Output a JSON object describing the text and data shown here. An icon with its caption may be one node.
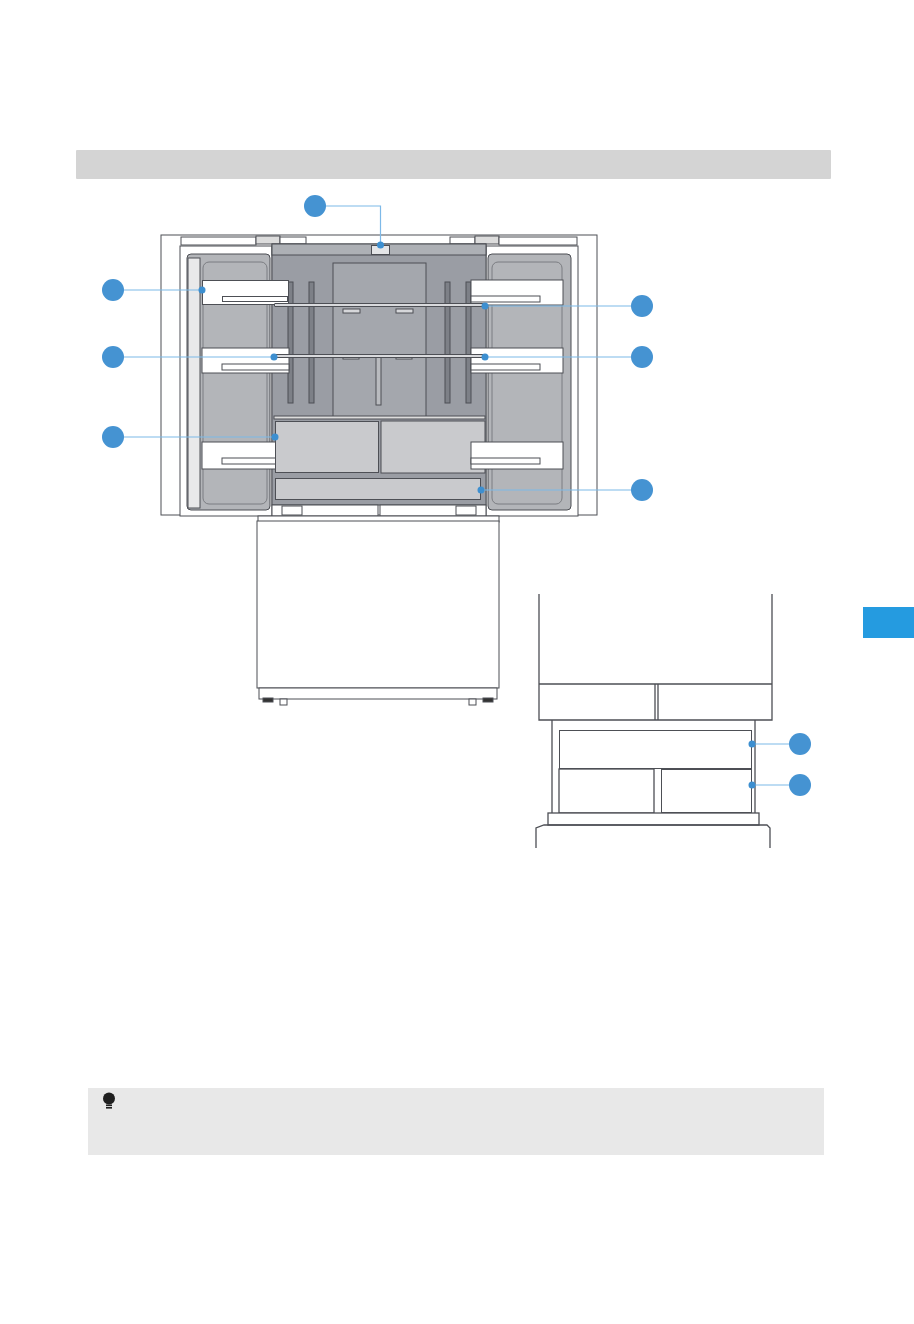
{
  "diagram": {
    "nodes": [
      {
        "text": [],
        "shape": "bar"
      },
      {
        "text": [],
        "shape": "circle"
      },
      {
        "text": [],
        "shape": "box"
      },
      {
        "text": [],
        "shape": "circle"
      },
      {
        "text": [],
        "shape": "box"
      },
      {
        "text": [],
        "shape": "bar"
      },
      {
        "text": [],
        "shape": "circle"
      },
      {
        "text": [],
        "shape": "circle"
      },
      {
        "text": [],
        "shape": "bar"
      },
      {
        "text": [],
        "shape": "circle"
      },
      {
        "text": [],
        "shape": "circle"
      },
      {
        "text": [],
        "shape": "box"
      },
      {
        "text": [],
        "shape": "box"
      },
      {
        "text": [],
        "shape": "circle"
      },
      {
        "text": [],
        "shape": "box"
      },
      {
        "text": [],
        "shape": "circle"
      },
      {
        "text": [],
        "shape": "box"
      },
      {
        "text": [],
        "shape": "circle"
      }
    ],
    "edges": [
      {
        "from": 1,
        "to": 2,
        "arrow": "other"
      },
      {
        "from": 3,
        "to": 4,
        "arrow": "other"
      },
      {
        "from": 6,
        "to": 5,
        "arrow": "other"
      },
      {
        "from": 7,
        "to": 8,
        "arrow": "other"
      },
      {
        "from": 9,
        "to": 8,
        "arrow": "other"
      },
      {
        "from": 10,
        "to": 11,
        "arrow": "other"
      },
      {
        "from": 13,
        "to": 12,
        "arrow": "other"
      },
      {
        "from": 15,
        "to": 14,
        "arrow": "other"
      },
      {
        "from": 17,
        "to": 16,
        "arrow": "other"
      }
    ]
  }
}
